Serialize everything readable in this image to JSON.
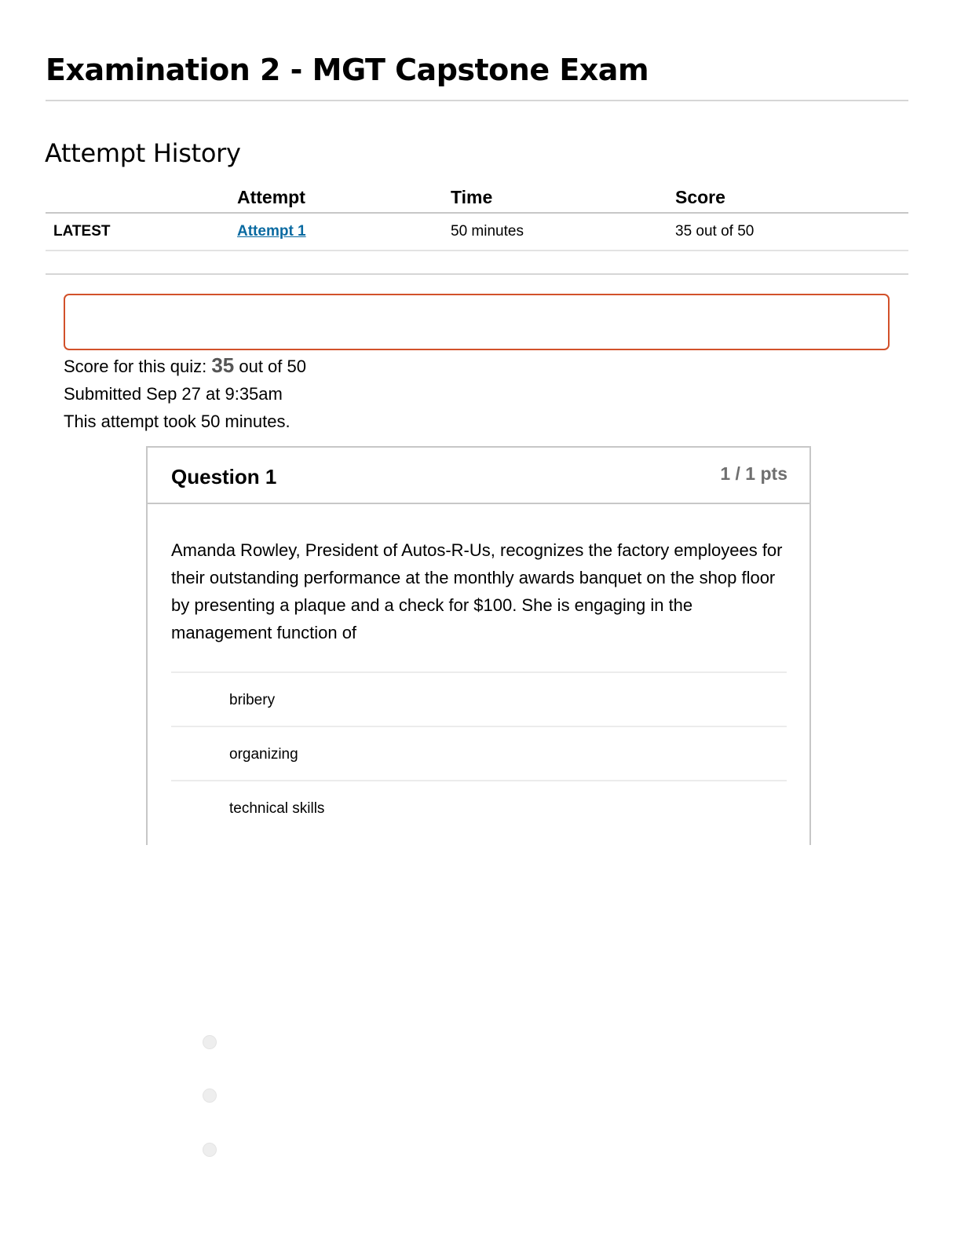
{
  "page": {
    "title": "Examination 2 - MGT Capstone Exam"
  },
  "attempt_history": {
    "title": "Attempt History",
    "headers": [
      "",
      "Attempt",
      "Time",
      "Score"
    ],
    "rows": [
      {
        "label": "LATEST",
        "attempt": "Attempt 1",
        "time": "50 minutes",
        "score": "35 out of 50"
      }
    ]
  },
  "summary": {
    "score_prefix": "Score for this quiz: ",
    "score_value": "35",
    "score_suffix": " out of 50",
    "submitted": "Submitted Sep 27 at 9:35am",
    "duration": "This attempt took 50 minutes."
  },
  "question": {
    "title": "Question 1",
    "points": "1 / 1 pts",
    "text": "Amanda Rowley, President of Autos-R-Us, recognizes the factory employees for their outstanding performance at the monthly awards banquet on the shop floor by presenting a plaque and a check for $100. She is engaging in the management function of",
    "answers": [
      "bribery",
      "organizing",
      "technical skills"
    ]
  },
  "colors": {
    "link": "#0a6aa1",
    "alert_border": "#d2512a",
    "points_text": "#6f6f6f"
  }
}
